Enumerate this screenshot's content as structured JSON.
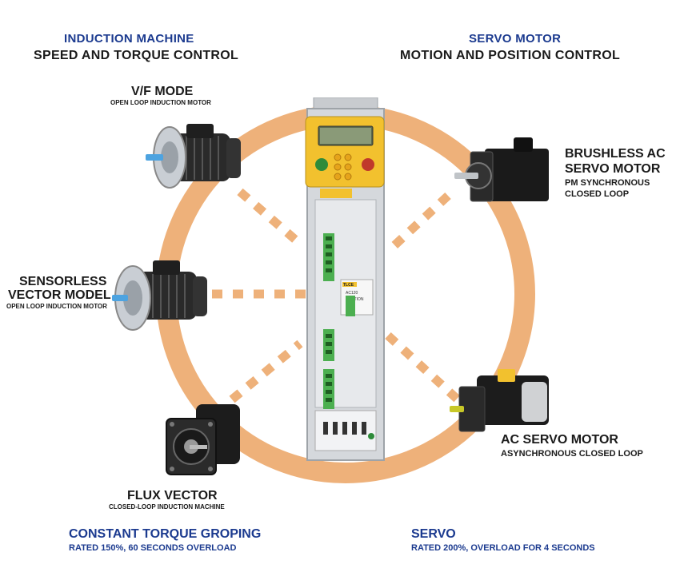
{
  "left_header": {
    "line1": "INDUCTION MACHINE",
    "line2": "SPEED AND TORQUE CONTROL"
  },
  "right_header": {
    "line1": "SERVO MOTOR",
    "line2": "MOTION AND POSITION CONTROL"
  },
  "modes": {
    "vf": {
      "title": "V/F MODE",
      "subtitle": "OPEN LOOP INDUCTION MOTOR"
    },
    "sensorless": {
      "title_line1": "SENSORLESS",
      "title_line2": "VECTOR MODEL",
      "subtitle": "OPEN LOOP INDUCTION MOTOR"
    },
    "flux": {
      "title": "FLUX VECTOR",
      "subtitle": "CLOSED-LOOP INDUCTION MACHINE"
    },
    "brushless": {
      "title_line1": "BRUSHLESS AC",
      "title_line2": "SERVO MOTOR",
      "subtitle_line1": "PM SYNCHRONOUS",
      "subtitle_line2": "CLOSED LOOP"
    },
    "ac_servo": {
      "title": "AC SERVO MOTOR",
      "subtitle": "ASYNCHRONOUS CLOSED LOOP"
    }
  },
  "footer_left": {
    "title": "CONSTANT TORQUE GROPING",
    "subtitle": "RATED 150%, 60 SECONDS OVERLOAD"
  },
  "footer_right": {
    "title": "SERVO",
    "subtitle": "RATED 200%, OVERLOAD FOR 4 SECONDS"
  },
  "drive": {
    "brand": "TLCE",
    "model": "AC120",
    "caution": "CAUTION"
  },
  "colors": {
    "ring": "#eeb17a",
    "accent_blue": "#1b3a8f",
    "drive_yellow": "#f2c12e"
  }
}
